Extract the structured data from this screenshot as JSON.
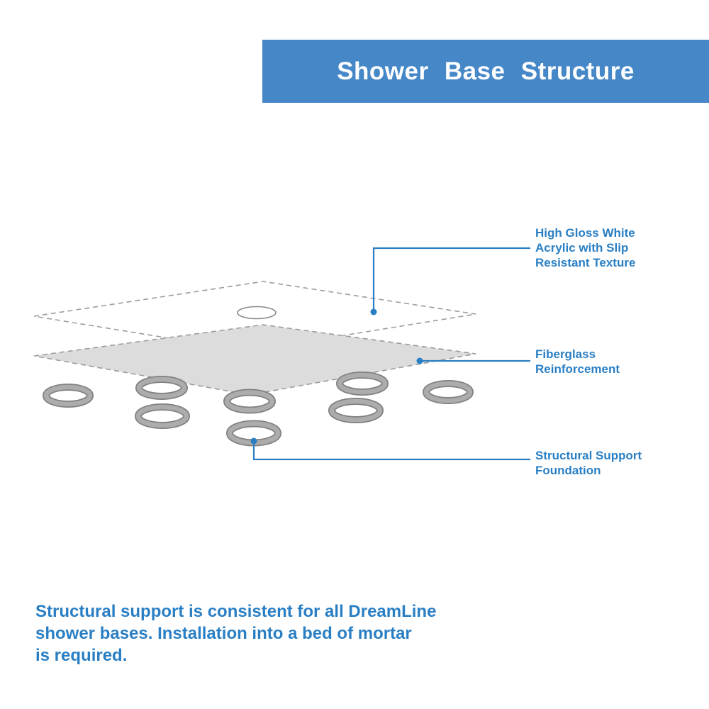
{
  "header": {
    "title": "Shower Base Structure"
  },
  "callouts": [
    {
      "id": "acrylic",
      "label": "High Gloss White\nAcrylic with Slip\nResistant Texture"
    },
    {
      "id": "fiberglass",
      "label": "Fiberglass\nReinforcement"
    },
    {
      "id": "foundation",
      "label": "Structural Support\nFoundation"
    }
  ],
  "footer": {
    "text": "Structural support is consistent for all DreamLine\nshower bases. Installation into a bed of mortar\nis required."
  },
  "diagram": {
    "layers": [
      "high-gloss-acrylic-top",
      "fiberglass-reinforcement",
      "structural-support-rings"
    ],
    "support_ring_count": 8
  },
  "colors": {
    "header_bg": "#4687C8",
    "accent_blue": "#2a7fc4",
    "layer_gray": "#dcdcdc",
    "line_gray": "#9c9c9c",
    "ring_dark": "#818181",
    "ring_light": "#acacac"
  }
}
